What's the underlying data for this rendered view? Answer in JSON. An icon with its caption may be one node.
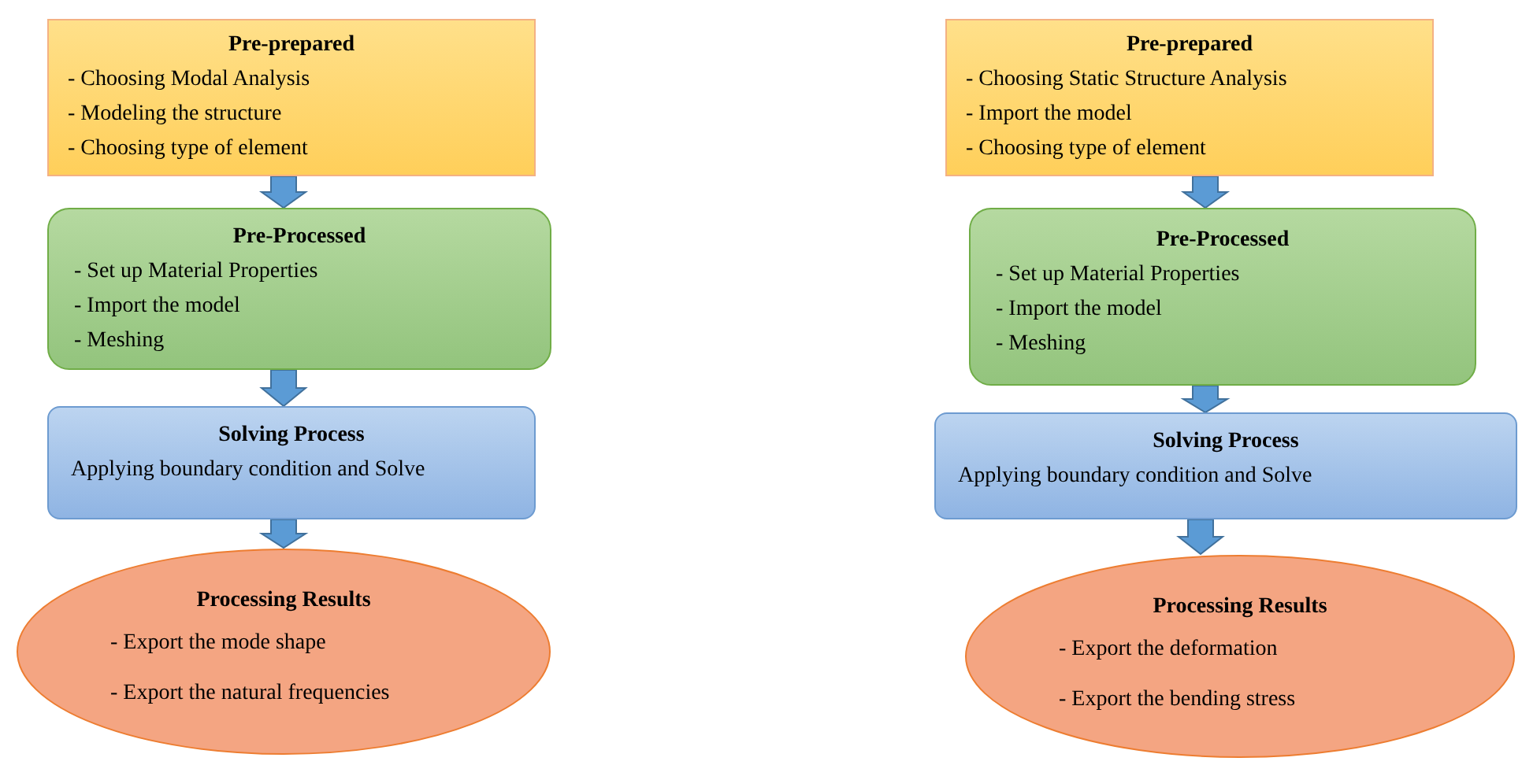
{
  "diagram": {
    "nodes": [
      {
        "text": [
          "Pre-prepared",
          "- Choosing Modal Analysis",
          "- Modeling the structure",
          "- Choosing type of element"
        ]
      },
      {
        "text": [
          "Pre-Processed",
          "- Set up Material Properties",
          "- Import the model",
          "- Meshing"
        ]
      },
      {
        "text": [
          "Solving Process",
          "Applying boundary condition and Solve"
        ]
      },
      {
        "text": [
          "Processing Results",
          "- Export the mode shape",
          "- Export the natural frequencies"
        ]
      },
      {
        "text": [
          "Pre-prepared",
          "- Choosing Static Structure Analysis",
          "- Import the model",
          "- Choosing type of element"
        ]
      },
      {
        "text": [
          "Pre-Processed",
          "- Set up Material Properties",
          "- Import the model",
          "- Meshing"
        ]
      },
      {
        "text": [
          "Solving Process",
          "Applying boundary condition and Solve"
        ]
      },
      {
        "text": [
          "Processing Results",
          "- Export the deformation",
          "- Export the bending stress"
        ]
      }
    ],
    "edges": [
      {
        "from": 0,
        "to": 1,
        "arrow": "to"
      },
      {
        "from": 1,
        "to": 2,
        "arrow": "to"
      },
      {
        "from": 2,
        "to": 3,
        "arrow": "to"
      },
      {
        "from": 4,
        "to": 5,
        "arrow": "to"
      },
      {
        "from": 5,
        "to": 6,
        "arrow": "to"
      },
      {
        "from": 6,
        "to": 7,
        "arrow": "to"
      }
    ]
  }
}
